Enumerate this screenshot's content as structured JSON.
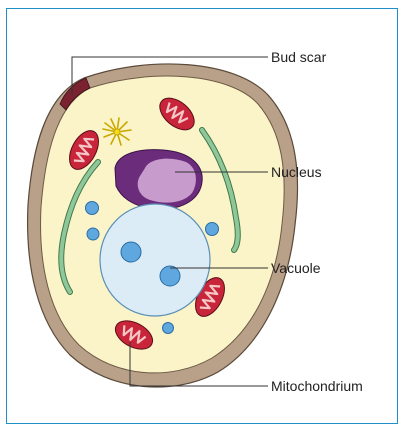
{
  "labels": {
    "bud_scar": "Bud scar",
    "nucleus": "Nucleus",
    "vacuole": "Vacuole",
    "mitochondrion": "Mitochondrium"
  },
  "colors": {
    "frame": "#1f8fc7",
    "cell_wall": "#b9a088",
    "cytoplasm": "#fbf4c9",
    "bud_scar": "#7a2230",
    "mitochondrion_fill": "#c8243a",
    "mitochondrion_cristae": "#f4c6c6",
    "nucleus_outer": "#6c2c7c",
    "nucleus_inner": "#c79bcb",
    "vacuole": "#dcecf7",
    "granule": "#5ea8df",
    "er": "#8fc79a",
    "centrosome": "#f2dc1e"
  }
}
